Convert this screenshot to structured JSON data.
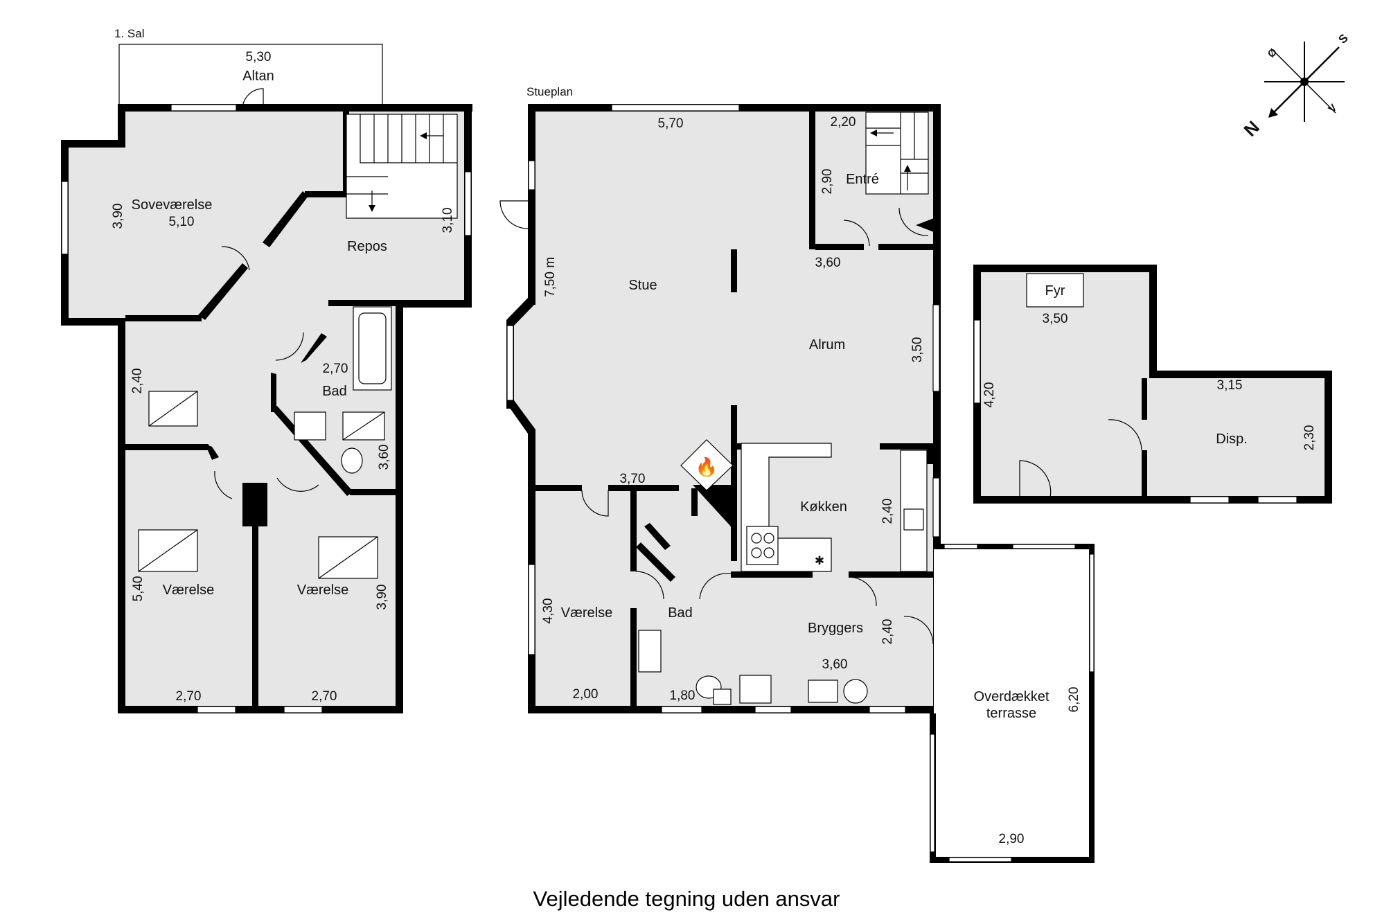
{
  "floors": {
    "first": {
      "title": "1. Sal",
      "rooms": {
        "altan": "Altan",
        "sovevaerelse": "Soveværelse",
        "repos": "Repos",
        "bad": "Bad",
        "vaerelse_left": "Værelse",
        "vaerelse_right": "Værelse"
      },
      "dims": {
        "altan_w": "5,30",
        "sove_h": "3,90",
        "sove_w": "5,10",
        "repos_h": "3,10",
        "bad_w": "2,70",
        "bad_h": "3,60",
        "hall_h": "2,40",
        "vl_h": "5,40",
        "vl_w": "2,70",
        "vr_h": "3,90",
        "vr_w": "2,70"
      }
    },
    "ground": {
      "title": "Stueplan",
      "rooms": {
        "stue": "Stue",
        "entre": "Entré",
        "alrum": "Alrum",
        "koekken": "Køkken",
        "vaerelse": "Værelse",
        "bad": "Bad",
        "bryggers": "Bryggers",
        "terrasse_1": "Overdækket",
        "terrasse_2": "terrasse"
      },
      "dims": {
        "stue_w": "5,70",
        "stue_h": "7,50 m",
        "entre_w": "2,20",
        "entre_h": "2,90",
        "alrum_w": "3,60",
        "alrum_h": "3,50",
        "stue_bottom": "3,70",
        "koekken_h": "2,40",
        "vaerelse_h": "4,30",
        "vaerelse_w": "2,00",
        "bad_w": "1,80",
        "bryggers_w": "3,60",
        "bryggers_h": "2,40",
        "terrasse_h": "6,20",
        "terrasse_w": "2,90"
      }
    },
    "annex": {
      "rooms": {
        "fyr_room": "Fyr",
        "disp": "Disp."
      },
      "dims": {
        "fyr_w": "3,50",
        "fyr_h": "4,20",
        "disp_w": "3,15",
        "disp_h": "2,30"
      }
    }
  },
  "compass": {
    "north": "N",
    "south": "S",
    "east": "Ø",
    "west": "V"
  },
  "disclaimer": "Vejledende tegning uden ansvar",
  "colors": {
    "floor": "#e6e6e6",
    "wall": "#000000",
    "paper": "#ffffff"
  },
  "icons": [
    "stair-arrow-icon",
    "entrance-arrow-icon",
    "fireplace-icon",
    "stove-icon",
    "freezer-icon",
    "toilet-icon",
    "sink-icon",
    "bathtub-icon",
    "shower-icon",
    "compass-icon"
  ]
}
